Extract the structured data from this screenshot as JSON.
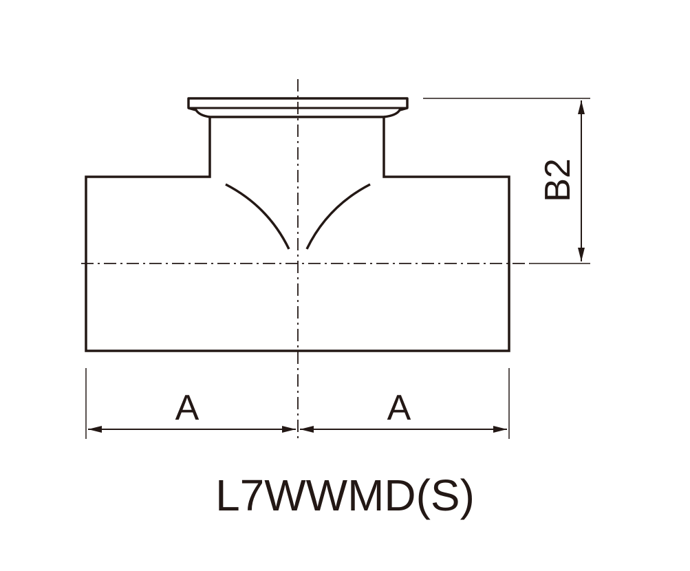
{
  "model_label": "L7WWMD(S)",
  "dimensions": {
    "left_length": "A",
    "right_length": "A",
    "branch_height": "B2"
  },
  "colors": {
    "line": "#231815",
    "background": "#ffffff"
  }
}
